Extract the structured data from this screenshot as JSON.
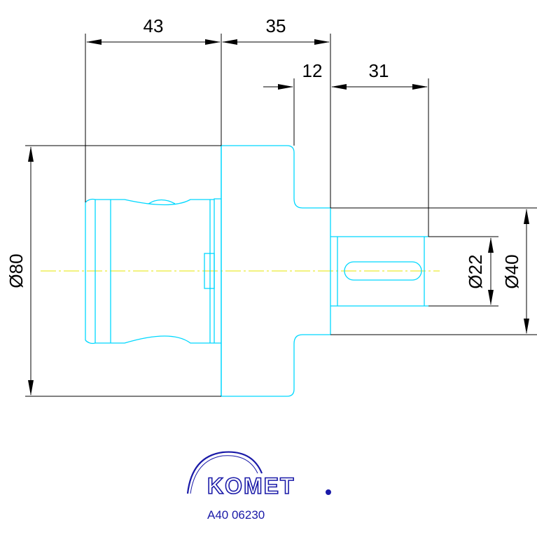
{
  "dimensions": {
    "d43": "43",
    "d35": "35",
    "d12": "12",
    "d31": "31",
    "dia80": "Ø80",
    "dia22": "Ø22",
    "dia40": "Ø40"
  },
  "logo": {
    "brand": "KOMET",
    "part_number": "A40 06230"
  },
  "colors": {
    "part_outline": "#00d8ff",
    "dimension_lines": "#000000",
    "center_line": "#e6e600",
    "logo": "#1a1aa8"
  }
}
